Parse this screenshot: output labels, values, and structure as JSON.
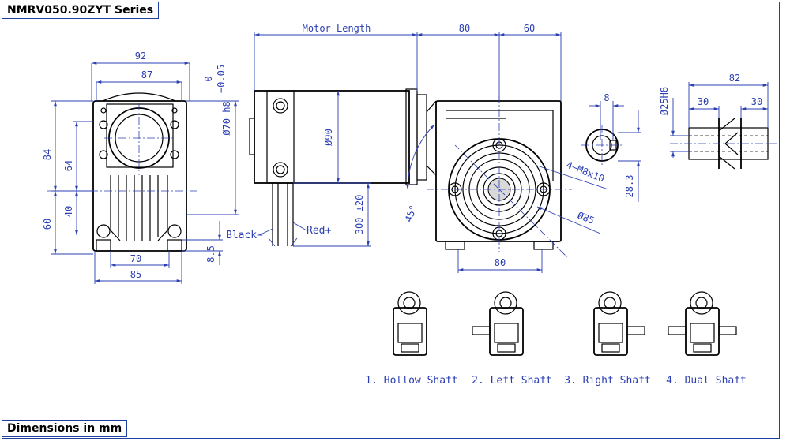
{
  "header": {
    "title": "NMRV050.90ZYT Series"
  },
  "footer": {
    "note": "Dimensions in mm"
  },
  "front_view": {
    "width_overall": "92",
    "width_body": "87",
    "height_upper": "84",
    "height_flange": "64",
    "height_lower_a": "40",
    "height_lower_b": "60",
    "base_width_a": "70",
    "base_width_b": "85",
    "flange_dia": "Ø70 h8",
    "tolerance_upper": "0",
    "tolerance_lower": "−0.05",
    "foot_height": "8.5"
  },
  "motor_view": {
    "motor_length": "Motor Length",
    "gear_len_a": "80",
    "gear_len_b": "60",
    "motor_dia": "Ø90",
    "wire_length": "300 ±20",
    "wire_black": "Black−",
    "wire_red": "Red+",
    "angle": "45°",
    "bolt_spec": "4−M8x10",
    "pcd_dia": "Ø85",
    "base_width": "80"
  },
  "shaft_detail": {
    "key_width": "8",
    "key_height": "28.3",
    "bore_dia": "Ø25H8",
    "length_total": "82",
    "length_left": "30",
    "length_right": "30"
  },
  "options": [
    {
      "label": "1. Hollow Shaft"
    },
    {
      "label": "2. Left Shaft"
    },
    {
      "label": "3. Right Shaft"
    },
    {
      "label": "4. Dual Shaft"
    }
  ]
}
